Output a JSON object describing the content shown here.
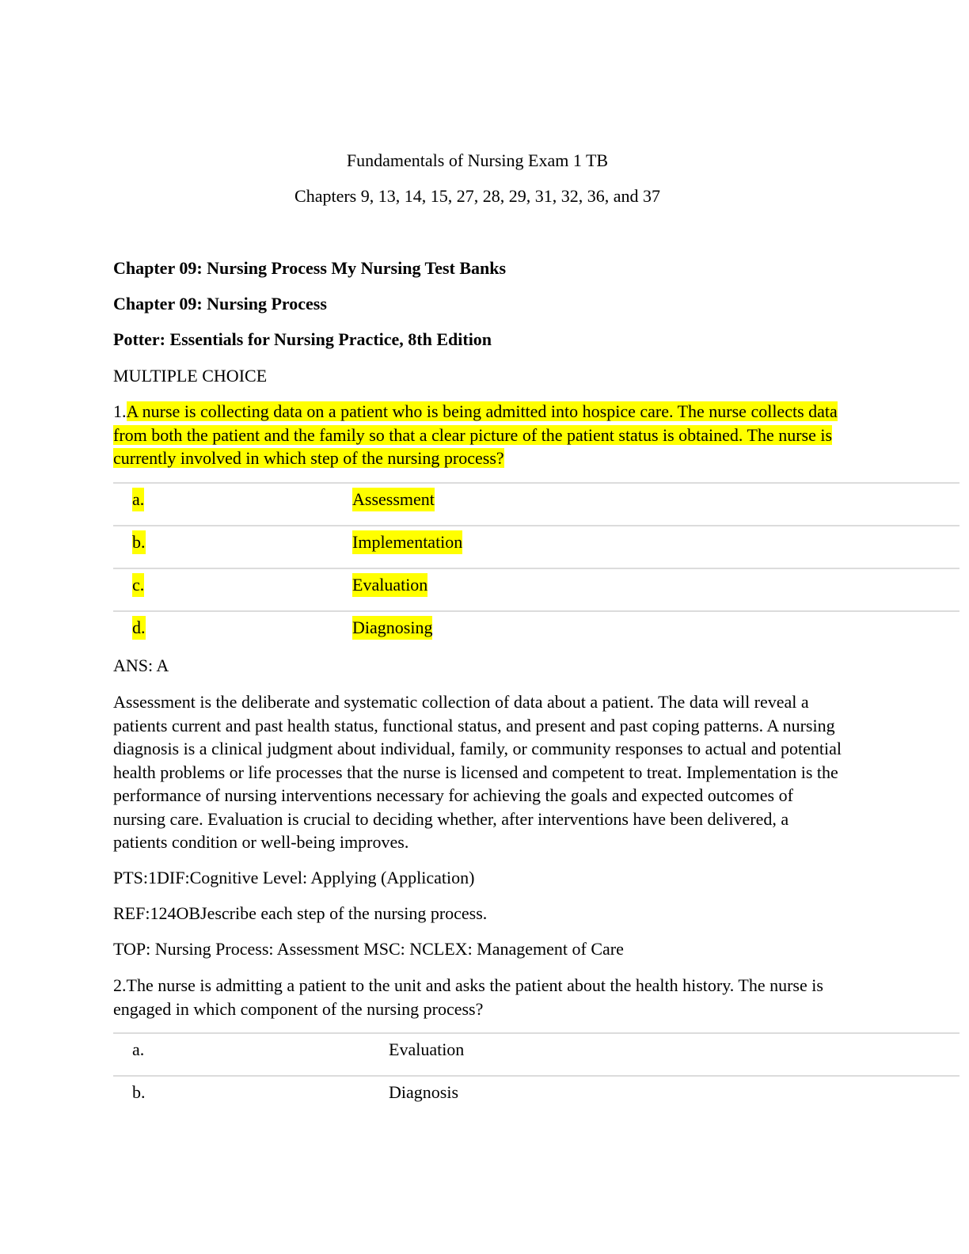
{
  "header": {
    "title": "Fundamentals of Nursing Exam 1 TB",
    "subtitle": "Chapters 9, 13, 14, 15, 27, 28, 29, 31, 32, 36, and 37"
  },
  "chapter": {
    "heading1": "Chapter 09: Nursing Process My Nursing Test Banks",
    "heading2": "Chapter 09: Nursing Process",
    "book": "Potter: Essentials for Nursing Practice, 8th Edition",
    "section": "MULTIPLE CHOICE"
  },
  "questions": [
    {
      "number": "1.",
      "stem": "A nurse is collecting data on a patient who is being admitted into hospice care. The nurse collects data from both the patient and the family so that a clear picture of the patient status is obtained. The nurse is currently involved in which step of the nursing process?",
      "choices": [
        {
          "letter": "a.",
          "text": "Assessment"
        },
        {
          "letter": "b.",
          "text": "Implementation"
        },
        {
          "letter": "c.",
          "text": "Evaluation"
        },
        {
          "letter": "d.",
          "text": "Diagnosing"
        }
      ],
      "answer": "ANS: A",
      "rationale": "Assessment is the deliberate and systematic collection of data about a patient. The data will reveal a patients current and past health status, functional status, and present and past coping patterns. A nursing diagnosis is a clinical judgment about individual, family, or community responses to actual and potential health problems or life processes that the nurse is licensed and competent to treat. Implementation is the performance of nursing interventions necessary for achieving the goals and expected outcomes of nursing care. Evaluation is crucial to deciding whether, after interventions have been delivered, a patients condition or well-being improves.",
      "pts": "PTS:1DIF:Cognitive Level: Applying (Application)",
      "ref": "REF:124OBJescribe each step of the nursing process.",
      "top": "TOP: Nursing Process: Assessment MSC: NCLEX: Management of Care",
      "highlight_color": "#ffff00"
    },
    {
      "number": "2.",
      "stem": "The nurse is admitting a patient to the unit and asks the patient about the health history. The nurse is engaged in which component of the nursing process?",
      "choices": [
        {
          "letter": "a.",
          "text": "Evaluation"
        },
        {
          "letter": "b.",
          "text": "Diagnosis"
        }
      ]
    }
  ]
}
